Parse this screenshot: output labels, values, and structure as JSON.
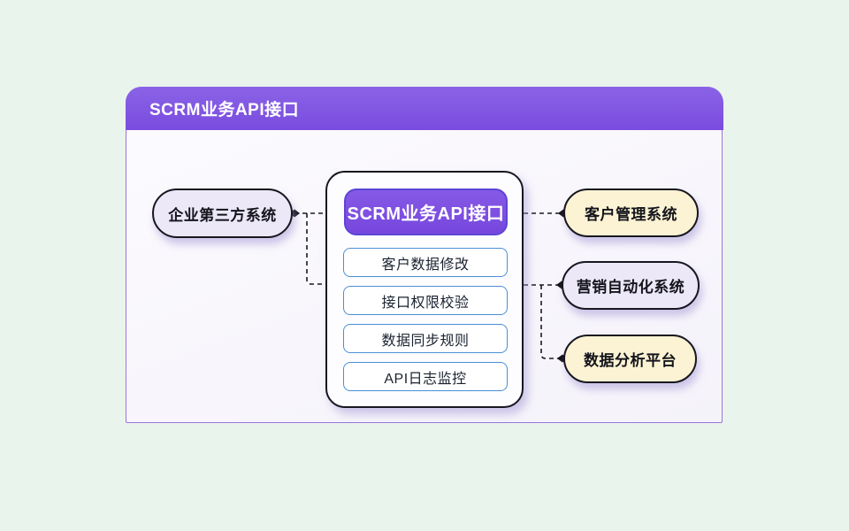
{
  "header": {
    "title": "SCRM业务API接口"
  },
  "diagram": {
    "left_nodes": [
      {
        "id": "enterprise-third-party-system",
        "label": "企业第三方系统",
        "fill": "#ece8f8"
      }
    ],
    "center": {
      "title": "SCRM业务API接口",
      "items": [
        "客户数据修改",
        "接口权限校验",
        "数据同步规则",
        "API日志监控"
      ]
    },
    "right_nodes": [
      {
        "id": "customer-management-system",
        "label": "客户管理系统",
        "fill": "#fbf3d3"
      },
      {
        "id": "marketing-automation-system",
        "label": "营销自动化系统",
        "fill": "#ece8f8"
      },
      {
        "id": "data-analysis-platform",
        "label": "数据分析平台",
        "fill": "#fbf3d3"
      }
    ]
  },
  "colors": {
    "page_background": "#e9f4ec",
    "card_background": "#f9f7fc",
    "card_border": "#9b74dd",
    "header_purple": "#7d50e0",
    "center_title_purple": "#7b4ce0",
    "center_title_border": "#5c45d4",
    "item_border_blue": "#4a8fd6",
    "node_lavender": "#ece8f8",
    "node_cream": "#fbf3d3",
    "node_border": "#17171f",
    "connector": "#1a1a24",
    "shadow_lavender": "#a89bd7"
  }
}
